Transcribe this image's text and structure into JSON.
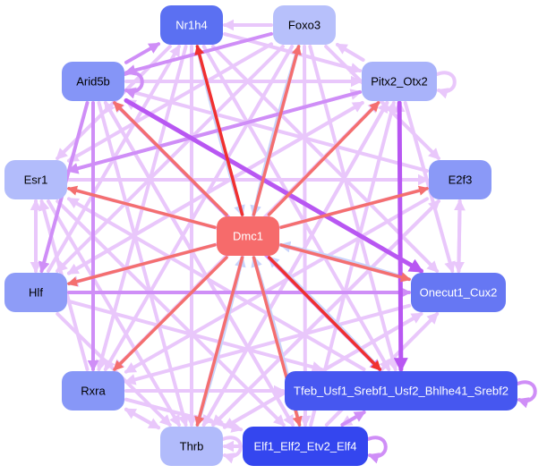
{
  "diagram": {
    "type": "gene-regulatory-network",
    "colors": {
      "edge_light": "#e9c7fb",
      "edge_mid": "#cf8ef7",
      "edge_strong": "#b857f2",
      "edge_red": "#f46f6f",
      "edge_red_strong": "#f03030",
      "edge_blue_shadow": "#c9d3fb"
    },
    "nodes": [
      {
        "id": "Nr1h4",
        "label": "Nr1h4",
        "fill": "#5b70f2",
        "text": "#ffffff"
      },
      {
        "id": "Foxo3",
        "label": "Foxo3",
        "fill": "#b7c0fb",
        "text": "#000000"
      },
      {
        "id": "Arid5b",
        "label": "Arid5b",
        "fill": "#8595f7",
        "text": "#000000"
      },
      {
        "id": "Pitx2_Otx2",
        "label": "Pitx2_Otx2",
        "fill": "#a9b3fa",
        "text": "#000000"
      },
      {
        "id": "Esr1",
        "label": "Esr1",
        "fill": "#b2bcfb",
        "text": "#000000"
      },
      {
        "id": "E2f3",
        "label": "E2f3",
        "fill": "#8a99f7",
        "text": "#000000"
      },
      {
        "id": "Dmc1",
        "label": "Dmc1",
        "fill": "#f66b6b",
        "text": "#ffffff"
      },
      {
        "id": "Hlf",
        "label": "Hlf",
        "fill": "#8e9cf7",
        "text": "#000000"
      },
      {
        "id": "Onecut1_Cux2",
        "label": "Onecut1_Cux2",
        "fill": "#6677f3",
        "text": "#ffffff"
      },
      {
        "id": "Rxra",
        "label": "Rxra",
        "fill": "#8797f7",
        "text": "#000000"
      },
      {
        "id": "Tfeb",
        "label": "Tfeb_Usf1_Srebf1_Usf2_Bhlhe41_Srebf2",
        "fill": "#4657f0",
        "text": "#ffffff"
      },
      {
        "id": "Thrb",
        "label": "Thrb",
        "fill": "#b1bbfb",
        "text": "#000000"
      },
      {
        "id": "Elf1",
        "label": "Elf1_Elf2_Etv2_Elf4",
        "fill": "#3446ef",
        "text": "#ffffff"
      }
    ],
    "edges": [
      {
        "from": "Dmc1",
        "to": "Nr1h4",
        "kind": "red_strong"
      },
      {
        "from": "Dmc1",
        "to": "Foxo3",
        "kind": "red"
      },
      {
        "from": "Dmc1",
        "to": "Arid5b",
        "kind": "red"
      },
      {
        "from": "Dmc1",
        "to": "Pitx2_Otx2",
        "kind": "red"
      },
      {
        "from": "Dmc1",
        "to": "Esr1",
        "kind": "red"
      },
      {
        "from": "Dmc1",
        "to": "E2f3",
        "kind": "red"
      },
      {
        "from": "Dmc1",
        "to": "Hlf",
        "kind": "red"
      },
      {
        "from": "Dmc1",
        "to": "Onecut1_Cux2",
        "kind": "red"
      },
      {
        "from": "Dmc1",
        "to": "Rxra",
        "kind": "red"
      },
      {
        "from": "Dmc1",
        "to": "Tfeb",
        "kind": "red_strong"
      },
      {
        "from": "Dmc1",
        "to": "Thrb",
        "kind": "red"
      },
      {
        "from": "Dmc1",
        "to": "Elf1",
        "kind": "red"
      },
      {
        "from": "Arid5b",
        "to": "Onecut1_Cux2",
        "kind": "strong"
      },
      {
        "from": "Arid5b",
        "to": "Tfeb",
        "kind": "mid"
      },
      {
        "from": "Arid5b",
        "to": "Pitx2_Otx2",
        "kind": "light"
      },
      {
        "from": "Arid5b",
        "to": "Hlf",
        "kind": "mid"
      },
      {
        "from": "Arid5b",
        "to": "Rxra",
        "kind": "mid"
      },
      {
        "from": "Arid5b",
        "to": "Thrb",
        "kind": "light"
      },
      {
        "from": "Arid5b",
        "to": "Nr1h4",
        "kind": "mid"
      },
      {
        "from": "Arid5b",
        "to": "Elf1",
        "kind": "light"
      },
      {
        "from": "Pitx2_Otx2",
        "to": "Esr1",
        "kind": "mid"
      },
      {
        "from": "Pitx2_Otx2",
        "to": "Tfeb",
        "kind": "strong"
      },
      {
        "from": "Pitx2_Otx2",
        "to": "Rxra",
        "kind": "light"
      },
      {
        "from": "Pitx2_Otx2",
        "to": "Thrb",
        "kind": "light"
      },
      {
        "from": "Pitx2_Otx2",
        "to": "Hlf",
        "kind": "light"
      },
      {
        "from": "Pitx2_Otx2",
        "to": "Foxo3",
        "kind": "light"
      },
      {
        "from": "Pitx2_Otx2",
        "to": "Onecut1_Cux2",
        "kind": "light"
      },
      {
        "from": "Nr1h4",
        "to": "Pitx2_Otx2",
        "kind": "light"
      },
      {
        "from": "Nr1h4",
        "to": "Onecut1_Cux2",
        "kind": "light"
      },
      {
        "from": "Nr1h4",
        "to": "Thrb",
        "kind": "light"
      },
      {
        "from": "Nr1h4",
        "to": "Tfeb",
        "kind": "light"
      },
      {
        "from": "Nr1h4",
        "to": "Rxra",
        "kind": "light"
      },
      {
        "from": "Nr1h4",
        "to": "Esr1",
        "kind": "light"
      },
      {
        "from": "Foxo3",
        "to": "Arid5b",
        "kind": "mid"
      },
      {
        "from": "Foxo3",
        "to": "Nr1h4",
        "kind": "light"
      },
      {
        "from": "Foxo3",
        "to": "Hlf",
        "kind": "light"
      },
      {
        "from": "Foxo3",
        "to": "Rxra",
        "kind": "light"
      },
      {
        "from": "Foxo3",
        "to": "Thrb",
        "kind": "light"
      },
      {
        "from": "Foxo3",
        "to": "Tfeb",
        "kind": "light"
      },
      {
        "from": "Foxo3",
        "to": "Elf1",
        "kind": "light"
      },
      {
        "from": "Foxo3",
        "to": "E2f3",
        "kind": "light"
      },
      {
        "from": "Foxo3",
        "to": "Esr1",
        "kind": "light"
      },
      {
        "from": "Esr1",
        "to": "Hlf",
        "kind": "light"
      },
      {
        "from": "Hlf",
        "to": "Esr1",
        "kind": "light"
      },
      {
        "from": "Esr1",
        "to": "E2f3",
        "kind": "light"
      },
      {
        "from": "Esr1",
        "to": "Onecut1_Cux2",
        "kind": "light"
      },
      {
        "from": "Esr1",
        "to": "Thrb",
        "kind": "light"
      },
      {
        "from": "Esr1",
        "to": "Elf1",
        "kind": "light"
      },
      {
        "from": "Esr1",
        "to": "Pitx2_Otx2",
        "kind": "light"
      },
      {
        "from": "E2f3",
        "to": "Onecut1_Cux2",
        "kind": "light"
      },
      {
        "from": "Onecut1_Cux2",
        "to": "E2f3",
        "kind": "light"
      },
      {
        "from": "E2f3",
        "to": "Hlf",
        "kind": "light"
      },
      {
        "from": "E2f3",
        "to": "Rxra",
        "kind": "light"
      },
      {
        "from": "E2f3",
        "to": "Thrb",
        "kind": "light"
      },
      {
        "from": "E2f3",
        "to": "Arid5b",
        "kind": "light"
      },
      {
        "from": "Hlf",
        "to": "Onecut1_Cux2",
        "kind": "mid"
      },
      {
        "from": "Hlf",
        "to": "Tfeb",
        "kind": "light"
      },
      {
        "from": "Hlf",
        "to": "Thrb",
        "kind": "light"
      },
      {
        "from": "Hlf",
        "to": "Pitx2_Otx2",
        "kind": "light"
      },
      {
        "from": "Hlf",
        "to": "Nr1h4",
        "kind": "light"
      },
      {
        "from": "Onecut1_Cux2",
        "to": "Rxra",
        "kind": "light"
      },
      {
        "from": "Onecut1_Cux2",
        "to": "Thrb",
        "kind": "light"
      },
      {
        "from": "Onecut1_Cux2",
        "to": "Arid5b",
        "kind": "light"
      },
      {
        "from": "Rxra",
        "to": "Tfeb",
        "kind": "light"
      },
      {
        "from": "Rxra",
        "to": "Thrb",
        "kind": "light"
      },
      {
        "from": "Thrb",
        "to": "Rxra",
        "kind": "light"
      },
      {
        "from": "Rxra",
        "to": "Elf1",
        "kind": "light"
      },
      {
        "from": "Rxra",
        "to": "Esr1",
        "kind": "light"
      },
      {
        "from": "Rxra",
        "to": "Pitx2_Otx2",
        "kind": "light"
      },
      {
        "from": "Thrb",
        "to": "Pitx2_Otx2",
        "kind": "light"
      },
      {
        "from": "Thrb",
        "to": "E2f3",
        "kind": "light"
      },
      {
        "from": "Thrb",
        "to": "Onecut1_Cux2",
        "kind": "light"
      },
      {
        "from": "Elf1",
        "to": "Tfeb",
        "kind": "mid"
      },
      {
        "from": "Elf1",
        "to": "Thrb",
        "kind": "light"
      },
      {
        "from": "Elf1",
        "to": "Arid5b",
        "kind": "light"
      },
      {
        "from": "Elf1",
        "to": "Onecut1_Cux2",
        "kind": "light"
      },
      {
        "from": "Elf1",
        "to": "Pitx2_Otx2",
        "kind": "light"
      },
      {
        "from": "Tfeb",
        "to": "Esr1",
        "kind": "light"
      },
      {
        "from": "Tfeb",
        "to": "Elf1",
        "kind": "light"
      },
      {
        "from": "Tfeb",
        "to": "Pitx2_Otx2",
        "kind": "light"
      },
      {
        "from": "Tfeb",
        "to": "Arid5b",
        "kind": "light"
      },
      {
        "from": "Nr1h4",
        "to": "Dmc1",
        "kind": "blue"
      },
      {
        "from": "Foxo3",
        "to": "Dmc1",
        "kind": "blue"
      },
      {
        "from": "Tfeb",
        "to": "Dmc1",
        "kind": "blue"
      },
      {
        "from": "Thrb",
        "to": "Dmc1",
        "kind": "blue"
      },
      {
        "from": "Elf1",
        "to": "Dmc1",
        "kind": "blue"
      },
      {
        "from": "Onecut1_Cux2",
        "to": "Dmc1",
        "kind": "blue"
      },
      {
        "from": "Arid5b",
        "to": "Arid5b",
        "kind": "mid"
      },
      {
        "from": "Pitx2_Otx2",
        "to": "Pitx2_Otx2",
        "kind": "light"
      },
      {
        "from": "Tfeb",
        "to": "Tfeb",
        "kind": "mid"
      },
      {
        "from": "Elf1",
        "to": "Elf1",
        "kind": "mid"
      },
      {
        "from": "Thrb",
        "to": "Thrb",
        "kind": "light"
      }
    ]
  }
}
